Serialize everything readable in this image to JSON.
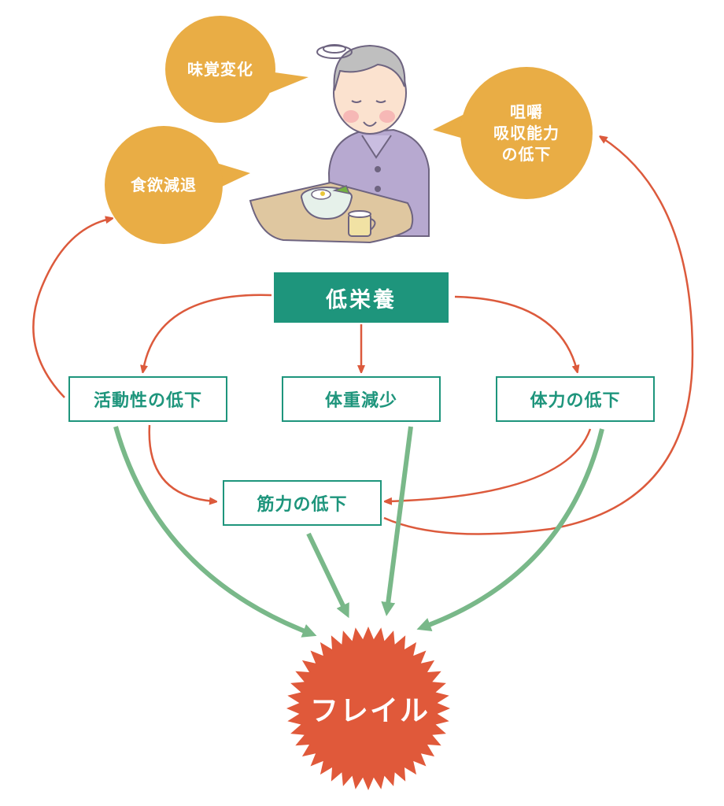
{
  "bubbles": {
    "taste": "味覚変化",
    "appetite": "食欲減退",
    "chewing": "咀嚼\n吸収能力\nの低下"
  },
  "center": "低栄養",
  "boxes": {
    "activity": "活動性の低下",
    "weight": "体重減少",
    "stamina": "体力の低下",
    "muscle": "筋力の低下"
  },
  "frailty": "フレイル",
  "colors": {
    "bubble": "#e9ad45",
    "teal": "#1e957c",
    "red_arrow": "#dc5a3c",
    "green_arrow": "#79b889",
    "frailty": "#e0593a"
  }
}
